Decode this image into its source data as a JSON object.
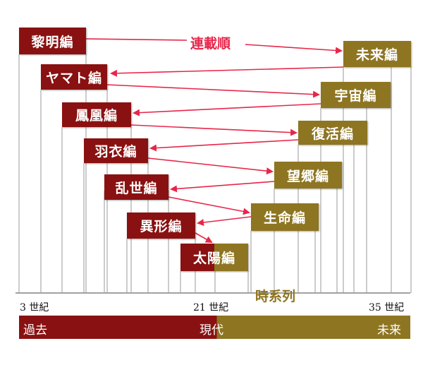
{
  "diagram": {
    "order_label": "連載順",
    "timeline_label": "時系列",
    "ticks": [
      "3 世紀",
      "21 世紀",
      "35 世紀"
    ],
    "bar": {
      "past": "過去",
      "present": "現代",
      "future": "未来"
    },
    "past_chapters": [
      "黎明編",
      "ヤマト編",
      "鳳凰編",
      "羽衣編",
      "乱世編",
      "異形編"
    ],
    "future_chapters": [
      "未来編",
      "宇宙編",
      "復活編",
      "望郷編",
      "生命編"
    ],
    "center_chapter": "太陽編",
    "colors": {
      "past": "#8a1111",
      "future": "#8e7521",
      "arrow": "#e8264a"
    }
  }
}
